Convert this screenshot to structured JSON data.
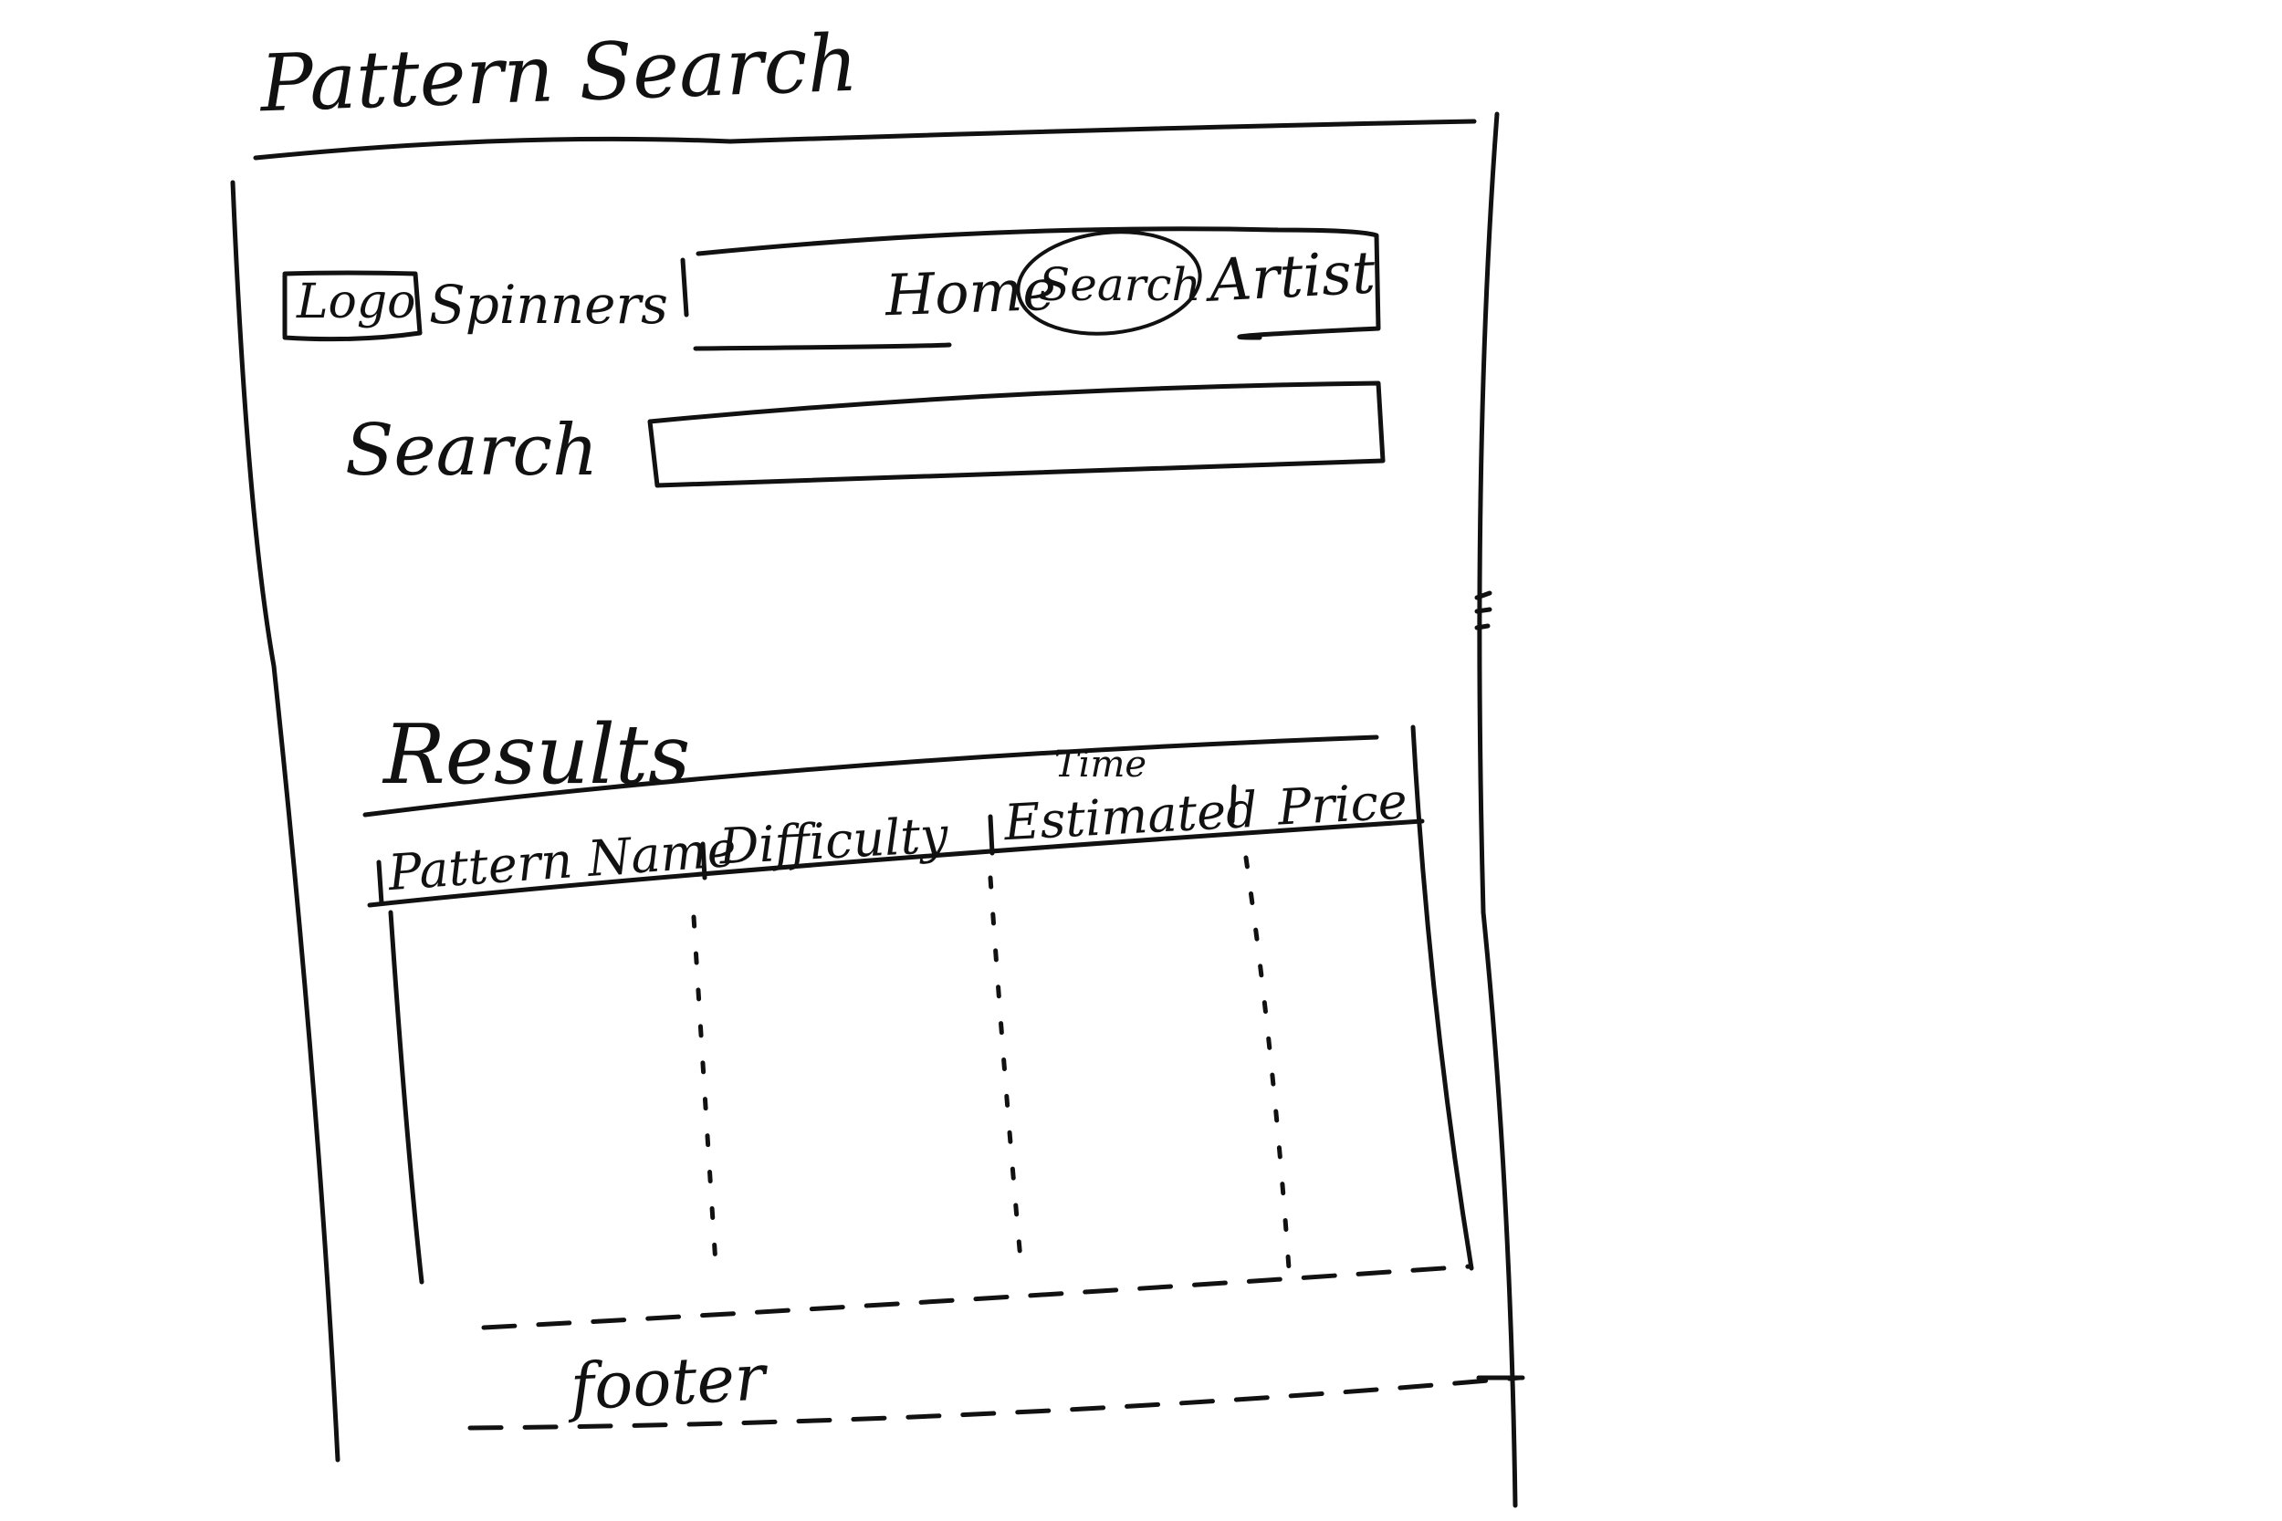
{
  "title": "Pattern Search",
  "header": {
    "logo": "Logo",
    "brand": "Spinners",
    "nav": [
      "Home",
      "Search",
      "Artist"
    ],
    "active_nav": "Search"
  },
  "search": {
    "label": "Search",
    "value": "",
    "placeholder": ""
  },
  "results": {
    "title": "Results",
    "columns": [
      "Pattern Name",
      "Difficulty",
      "Estimated",
      "Price"
    ],
    "column_3_note": "Time"
  },
  "footer": {
    "label": "footer"
  }
}
